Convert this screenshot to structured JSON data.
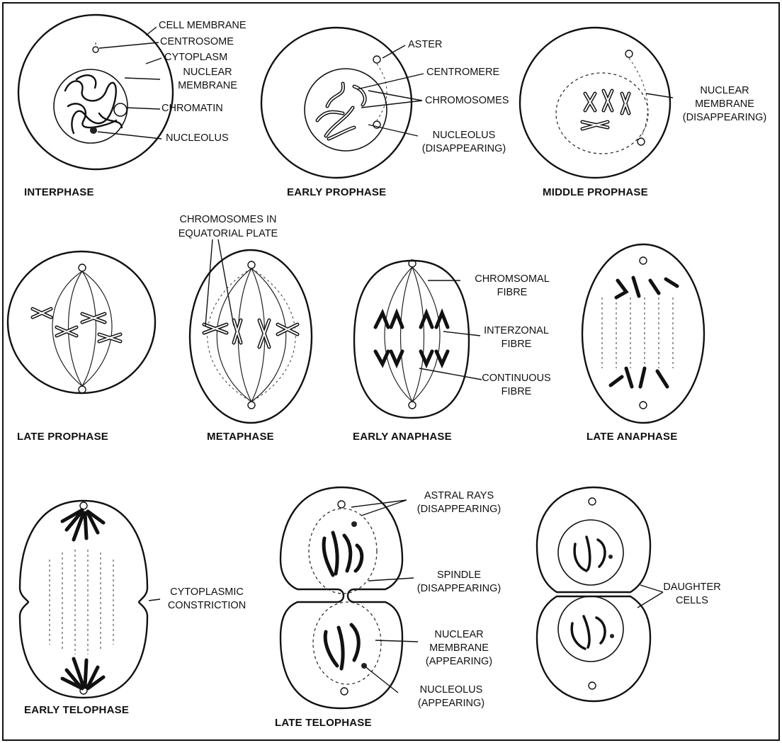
{
  "stages": {
    "interphase": "INTERPHASE",
    "early_prophase": "EARLY PROPHASE",
    "middle_prophase": "MIDDLE PROPHASE",
    "late_prophase": "LATE PROPHASE",
    "metaphase": "METAPHASE",
    "early_anaphase": "EARLY ANAPHASE",
    "late_anaphase": "LATE ANAPHASE",
    "early_telophase": "EARLY TELOPHASE",
    "late_telophase": "LATE  TELOPHASE"
  },
  "labels": {
    "cell_membrane": "CELL MEMBRANE",
    "centrosome": "CENTROSOME",
    "cytoplasm": "CYTOPLASM",
    "nuclear_1": "NUCLEAR",
    "membrane_1": "MEMBRANE",
    "chromatin": "CHROMATIN",
    "nucleolus": "NUCLEOLUS",
    "aster": "ASTER",
    "centromere": "CENTROMERE",
    "chromosomes": "CHROMOSOMES",
    "nucleolus_2": "NUCLEOLUS",
    "disappearing_1": "(DISAPPEARING)",
    "nuclear_2": "NUCLEAR",
    "membrane_2": "MEMBRANE",
    "disappearing_2": "(DISAPPEARING)",
    "chromosomes_in": "CHROMOSOMES IN",
    "equatorial_plate": "EQUATORIAL PLATE",
    "chromsomal": "CHROMSOMAL",
    "fibre_1": "FIBRE",
    "interzonal": "INTERZONAL",
    "fibre_2": "FIBRE",
    "continuous": "CONTINUOUS",
    "fibre_3": "FIBRE",
    "astral_rays": "ASTRAL RAYS",
    "disappearing_3": "(DISAPPEARING)",
    "spindle": "SPINDLE",
    "disappearing_4": "(DISAPPEARING)",
    "nuclear_3": "NUCLEAR",
    "membrane_3": "MEMBRANE",
    "appearing_1": "(APPEARING)",
    "nucleolus_3": "NUCLEOLUS",
    "appearing_2": "(APPEARING)",
    "cytoplasmic": "CYTOPLASMIC",
    "constriction": "CONSTRICTION",
    "daughter": "DAUGHTER",
    "cells": "CELLS"
  }
}
